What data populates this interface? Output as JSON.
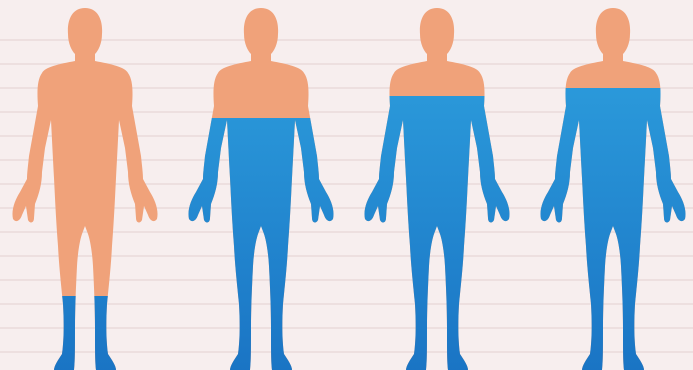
{
  "colors": {
    "background": "#f7eeee",
    "grid_line": "#eadada",
    "skin": "#f0a27a",
    "water_light": "#2fa3e0",
    "water_dark": "#1a74c4"
  },
  "figures": [
    {
      "name": "figure-1",
      "immersion_level": "feet"
    },
    {
      "name": "figure-2",
      "immersion_level": "chest"
    },
    {
      "name": "figure-3",
      "immersion_level": "shoulders"
    },
    {
      "name": "figure-4",
      "immersion_level": "neck"
    }
  ]
}
